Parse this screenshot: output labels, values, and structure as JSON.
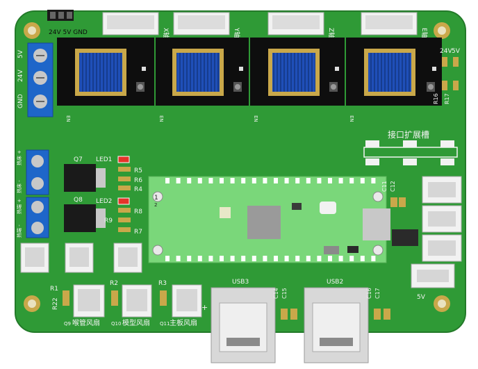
{
  "board": {
    "power_header_label": "24V 5V GND",
    "terminal_labels": [
      "5V",
      "24V",
      "GND"
    ],
    "axis_labels": [
      "X轴",
      "Y轴",
      "Z轴",
      "E轴"
    ],
    "enable_label": "EN",
    "right_power_labels": [
      "24V",
      "5V"
    ],
    "right_resistors": [
      "R16",
      "R17"
    ],
    "expansion_slot_label": "接口扩展槽",
    "heater_labels": [
      "热床 +",
      "热床 -",
      "热端 +",
      "热端 -"
    ],
    "mosfets": [
      "Q7",
      "Q8"
    ],
    "leds": [
      "LED1",
      "LED2"
    ],
    "resistor_column_top": [
      "R5",
      "R6",
      "R4"
    ],
    "resistor_column_bottom": [
      "R8",
      "R9",
      "R7"
    ],
    "pico_pin_labels": [
      "1",
      "2"
    ],
    "capacitors_near_pico": [
      "C11",
      "C12"
    ],
    "usb_labels": [
      "USB3",
      "USB2"
    ],
    "usb_caps_left": [
      "C14",
      "C15"
    ],
    "usb_caps_right": [
      "C16",
      "C17"
    ],
    "bottom_resistors": [
      "R1",
      "R22",
      "R2",
      "R3"
    ],
    "fan_transistors": [
      "Q9",
      "Q10",
      "Q11"
    ],
    "fan_labels": [
      "喉管风扇",
      "模型风扇",
      "主板风扇"
    ],
    "five_v_label": "5V",
    "plus_label": "+",
    "colors": {
      "pcb": "#2f9a36",
      "silk": "#f4f4f4",
      "driver": "#0e0e0e",
      "heatsink": "#1f4fb8",
      "gold": "#c9a84a",
      "terminal": "#1e66c9",
      "pico": "#7ad77a"
    }
  }
}
